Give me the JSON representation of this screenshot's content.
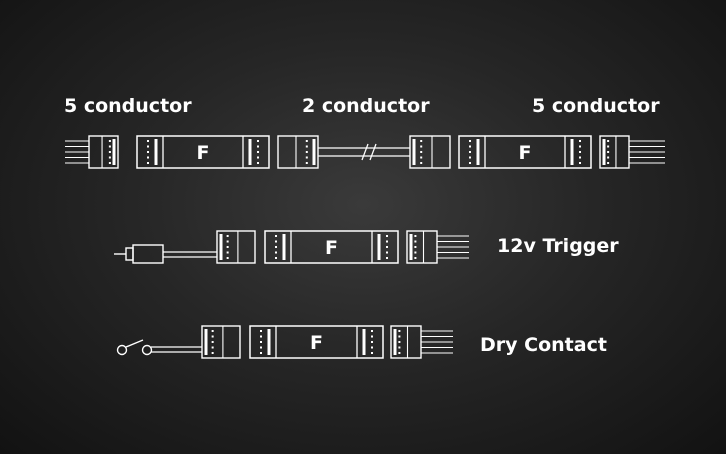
{
  "labels": {
    "top_left": "5 conductor",
    "top_middle": "2 conductor",
    "top_right": "5 conductor",
    "middle": "12v Trigger",
    "bottom": "Dry Contact"
  },
  "module_letter": "F",
  "colors": {
    "background": "#1f1f1f",
    "line": "#ffffff"
  },
  "icons": [
    "connector-icon",
    "module-icon",
    "dc-plug-icon",
    "switch-icon"
  ]
}
